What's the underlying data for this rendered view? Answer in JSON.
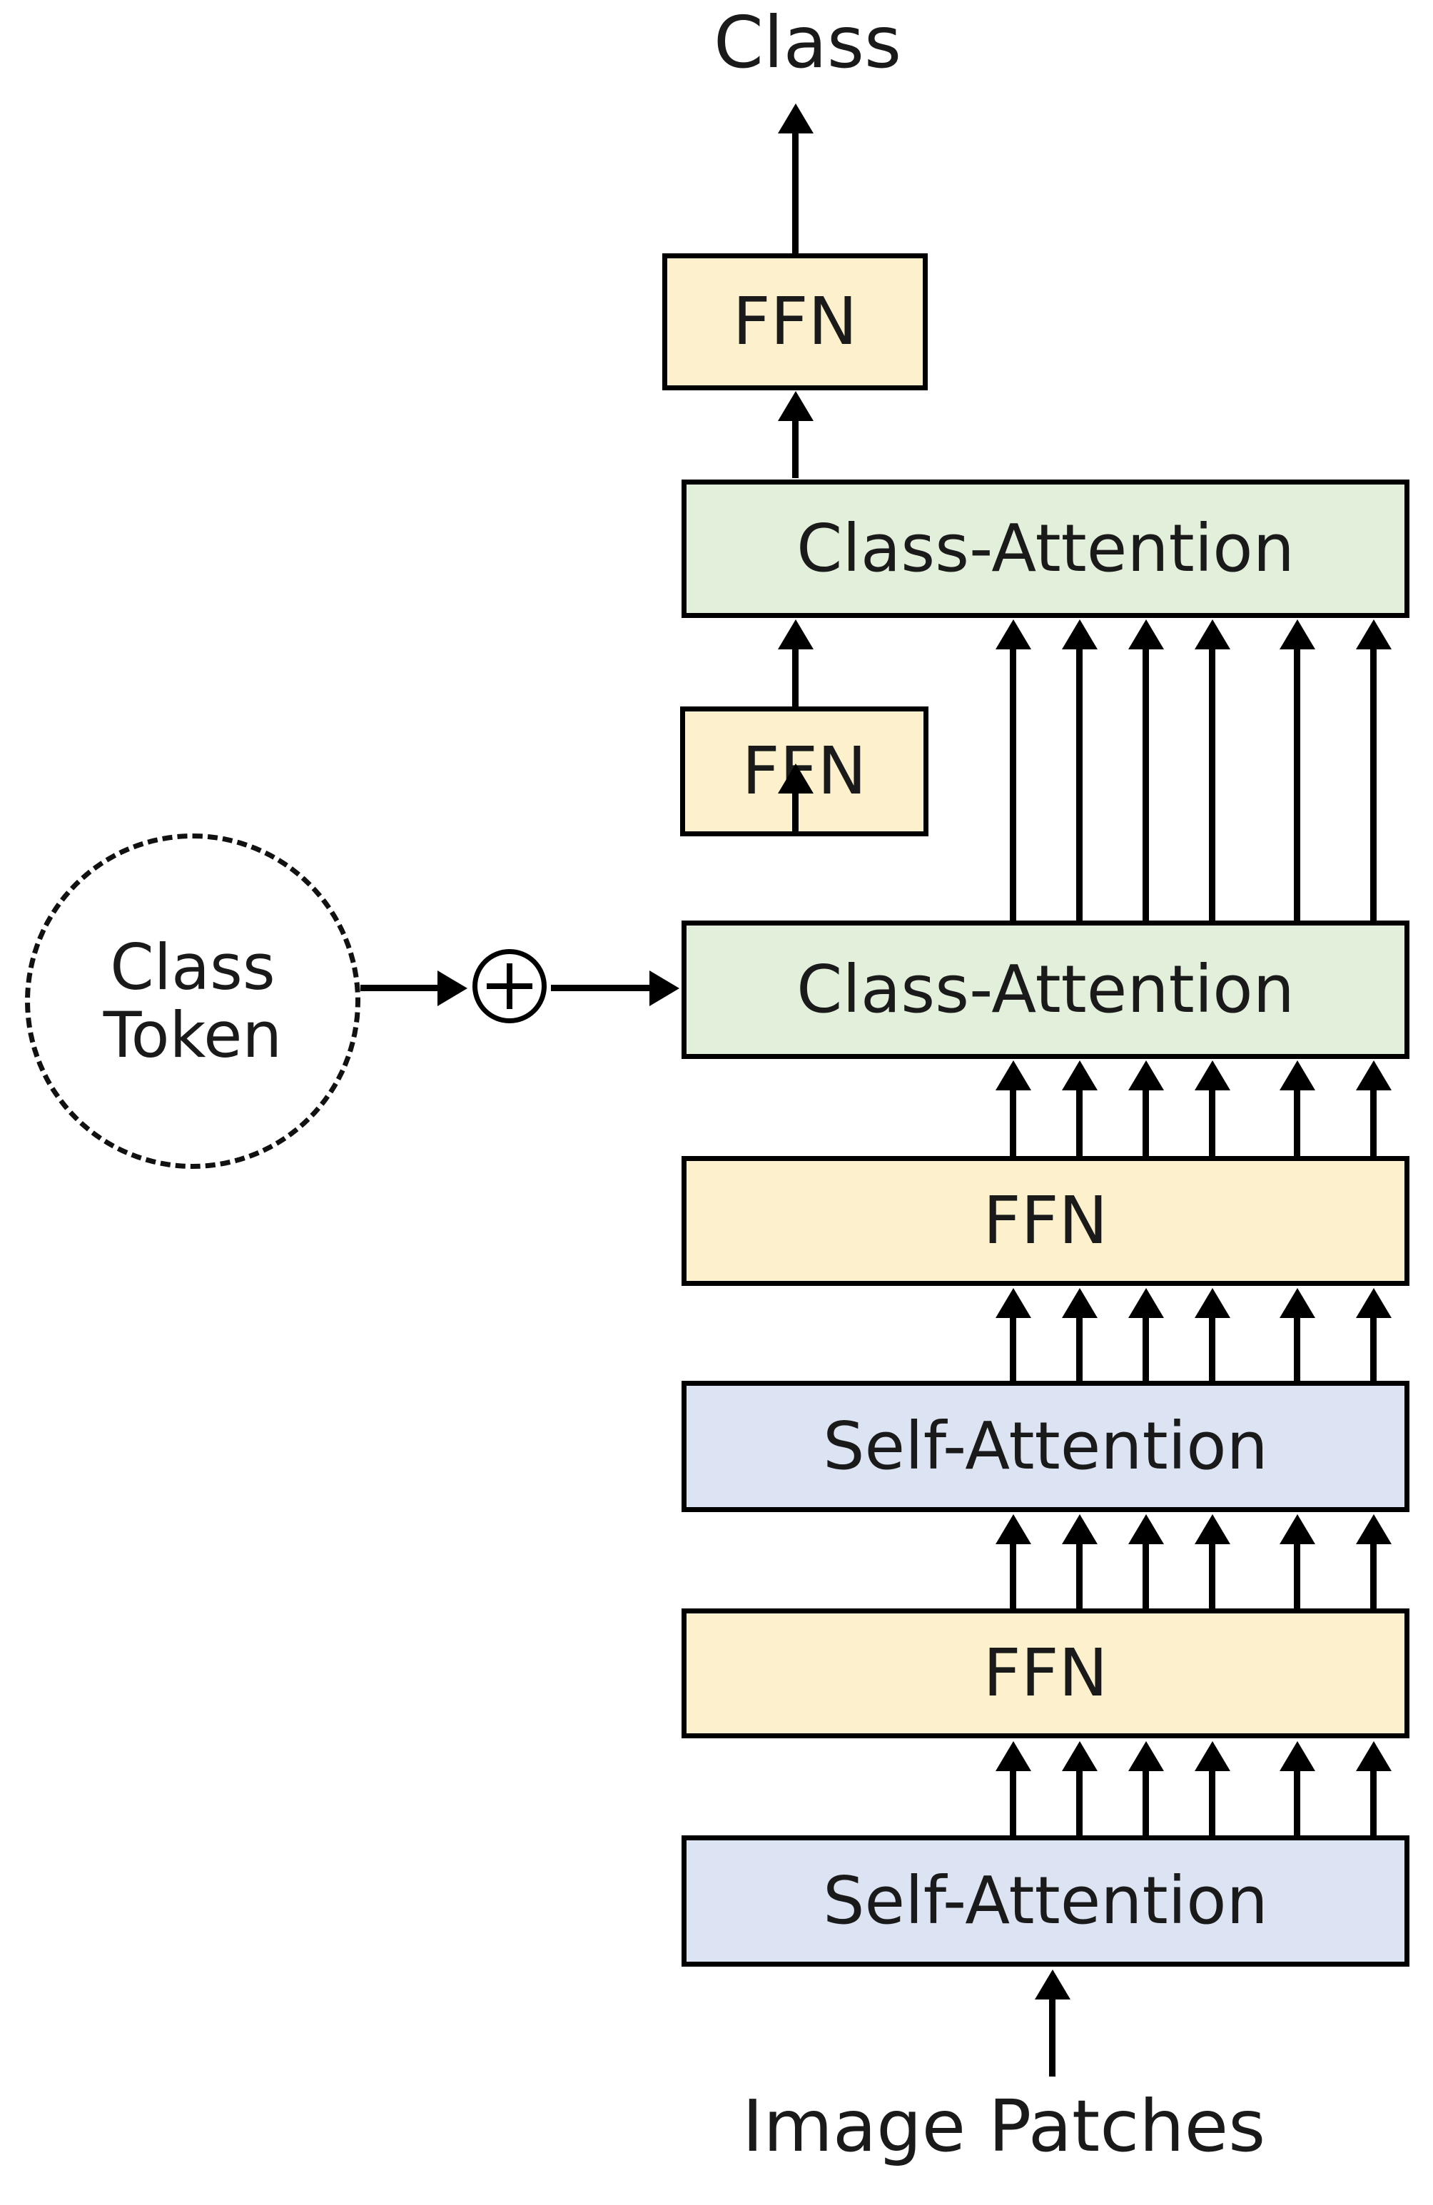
{
  "diagram": {
    "title_label": "Class",
    "input_label": "Image Patches",
    "class_token": {
      "line1": "Class",
      "line2": "Token"
    },
    "add_symbol": "plus-circle",
    "colors": {
      "ffn_fill": "#fdf0cd",
      "class_attention_fill": "#e2efda",
      "self_attention_fill": "#dce3f2",
      "stroke": "#000000",
      "background": "#ffffff",
      "text": "#1a1a1a"
    },
    "blocks": [
      {
        "id": "ffn-top",
        "label": "FFN",
        "type": "ffn"
      },
      {
        "id": "class-attention-2",
        "label": "Class-Attention",
        "type": "class-attention"
      },
      {
        "id": "ffn-mid",
        "label": "FFN",
        "type": "ffn"
      },
      {
        "id": "class-attention-1",
        "label": "Class-Attention",
        "type": "class-attention"
      },
      {
        "id": "ffn-wide-upper",
        "label": "FFN",
        "type": "ffn"
      },
      {
        "id": "self-attention-2",
        "label": "Self-Attention",
        "type": "self-attention"
      },
      {
        "id": "ffn-wide-lower",
        "label": "FFN",
        "type": "ffn"
      },
      {
        "id": "self-attention-1",
        "label": "Self-Attention",
        "type": "self-attention"
      }
    ],
    "arrow_groups": [
      {
        "id": "out-to-class",
        "count": 1
      },
      {
        "id": "ffn-top-to-class-att-2",
        "count": 1
      },
      {
        "id": "into-class-attention-2",
        "count": 7
      },
      {
        "id": "ffn-mid-to-class-att-2",
        "count": 1
      },
      {
        "id": "class-att-1-to-ffn-mid",
        "count": 1
      },
      {
        "id": "into-class-attention-1",
        "count": 6
      },
      {
        "id": "token-to-plus",
        "count": 1
      },
      {
        "id": "plus-to-class-attention-1",
        "count": 1
      },
      {
        "id": "self-att-2-to-ffn-upper",
        "count": 6
      },
      {
        "id": "ffn-lower-to-self-att-2",
        "count": 6
      },
      {
        "id": "self-att-1-to-ffn-lower",
        "count": 6
      },
      {
        "id": "patches-to-self-att-1",
        "count": 1
      }
    ]
  }
}
